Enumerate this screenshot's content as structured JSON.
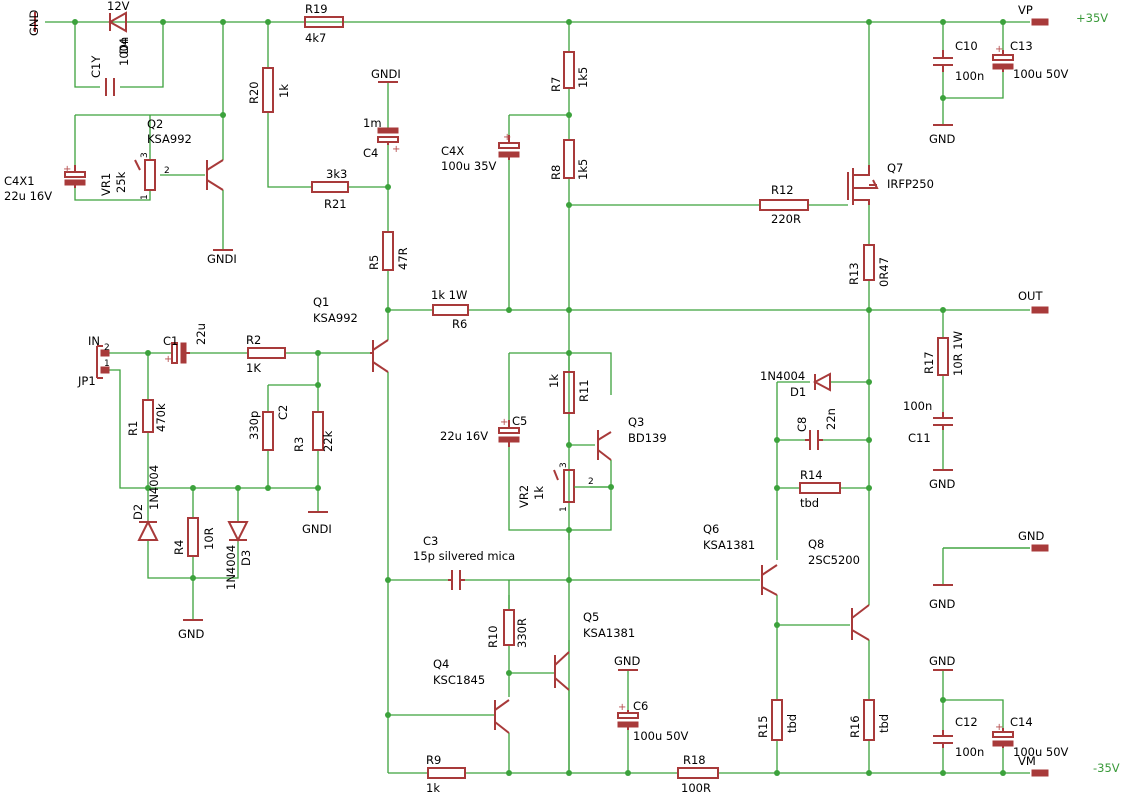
{
  "rails": {
    "pos": "+35V",
    "neg": "-35V"
  },
  "ports": {
    "vp": "VP",
    "out": "OUT",
    "vm": "VM",
    "in": "IN",
    "jp1": "JP1",
    "pin1": "1",
    "pin2": "2"
  },
  "gnd": {
    "gnd": "GND",
    "gndi": "GNDI"
  },
  "labels": {
    "R19": [
      "R19",
      "4k7"
    ],
    "R20": [
      "R20",
      "1k"
    ],
    "R21": [
      "R21",
      "3k3"
    ],
    "R5": [
      "R5",
      "47R"
    ],
    "R6": [
      "R6",
      "1k 1W"
    ],
    "R7": [
      "R7",
      "1k5"
    ],
    "R8": [
      "R8",
      "1k5"
    ],
    "R12": [
      "R12",
      "220R"
    ],
    "R13": [
      "R13",
      "0R47"
    ],
    "R17": [
      "R17",
      "10R 1W"
    ],
    "R1": [
      "R1",
      "470k"
    ],
    "R2": [
      "R2",
      "1K"
    ],
    "R3": [
      "R3",
      "22k"
    ],
    "R4": [
      "R4",
      "10R"
    ],
    "R9": [
      "R9",
      "1k"
    ],
    "R10": [
      "R10",
      "330R"
    ],
    "R11": [
      "R11",
      "1k"
    ],
    "R14": [
      "R14",
      "tbd"
    ],
    "R15": [
      "R15",
      "tbd"
    ],
    "R16": [
      "R16",
      "tbd"
    ],
    "R18": [
      "R18",
      "100R"
    ],
    "C1Y": [
      "C1Y",
      "100n"
    ],
    "C4X1": [
      "C4X1",
      "22u 16V"
    ],
    "C4": [
      "C4",
      "1m"
    ],
    "C4X": [
      "C4X",
      "100u 35V"
    ],
    "C10": [
      "C10",
      "100n"
    ],
    "C13": [
      "C13",
      "100u 50V"
    ],
    "C1": [
      "C1",
      "22u"
    ],
    "C2": [
      "C2",
      "330p"
    ],
    "C3": [
      "C3",
      "15p silvered mica"
    ],
    "C5": [
      "C5",
      "22u 16V"
    ],
    "C6": [
      "C6",
      "100u 50V"
    ],
    "C8": [
      "C8",
      "22n"
    ],
    "C11": [
      "C11",
      "100n"
    ],
    "C12": [
      "C12",
      "100n"
    ],
    "C14": [
      "C14",
      "100u 50V"
    ],
    "D4": [
      "D4",
      "12V"
    ],
    "D1": [
      "D1",
      "1N4004"
    ],
    "D2": [
      "D2",
      "1N4004"
    ],
    "D3": [
      "D3",
      "1N4004"
    ],
    "Q1": [
      "Q1",
      "KSA992"
    ],
    "Q2": [
      "Q2",
      "KSA992"
    ],
    "Q3": [
      "Q3",
      "BD139"
    ],
    "Q4": [
      "Q4",
      "KSC1845"
    ],
    "Q5": [
      "Q5",
      "KSA1381"
    ],
    "Q6": [
      "Q6",
      "KSA1381"
    ],
    "Q7": [
      "Q7",
      "IRFP250"
    ],
    "Q8": [
      "Q8",
      "2SC5200"
    ],
    "VR1": [
      "VR1",
      "25k"
    ],
    "VR2": [
      "VR2",
      "1k"
    ]
  },
  "pot_pins": {
    "p1": "1",
    "p2": "2",
    "p3": "3"
  }
}
